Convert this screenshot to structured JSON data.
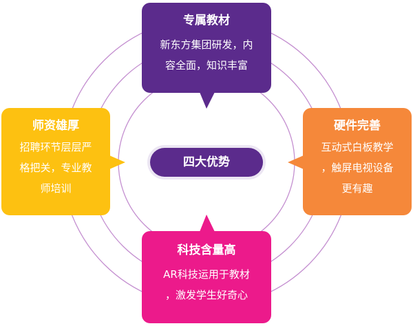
{
  "center": {
    "label": "四大优势"
  },
  "cards": {
    "top": {
      "title": "专属教材",
      "lines": [
        "新东方集团研发，内",
        "容全面，知识丰富"
      ],
      "color": "#5b2b8c"
    },
    "left": {
      "title": "师资雄厚",
      "lines": [
        "招聘环节层层严",
        "格把关，专业教",
        "师培训"
      ],
      "color": "#fdc111"
    },
    "right": {
      "title": "硬件完善",
      "lines": [
        "互动式白板教学",
        "，触屏电视设备",
        "更有趣"
      ],
      "color": "#f5883a"
    },
    "bottom": {
      "title": "科技含量高",
      "lines": [
        "AR科技运用于教材",
        "，激发学生好奇心"
      ],
      "color": "#ec1a8b"
    }
  },
  "ring_color": "#c48fd0"
}
